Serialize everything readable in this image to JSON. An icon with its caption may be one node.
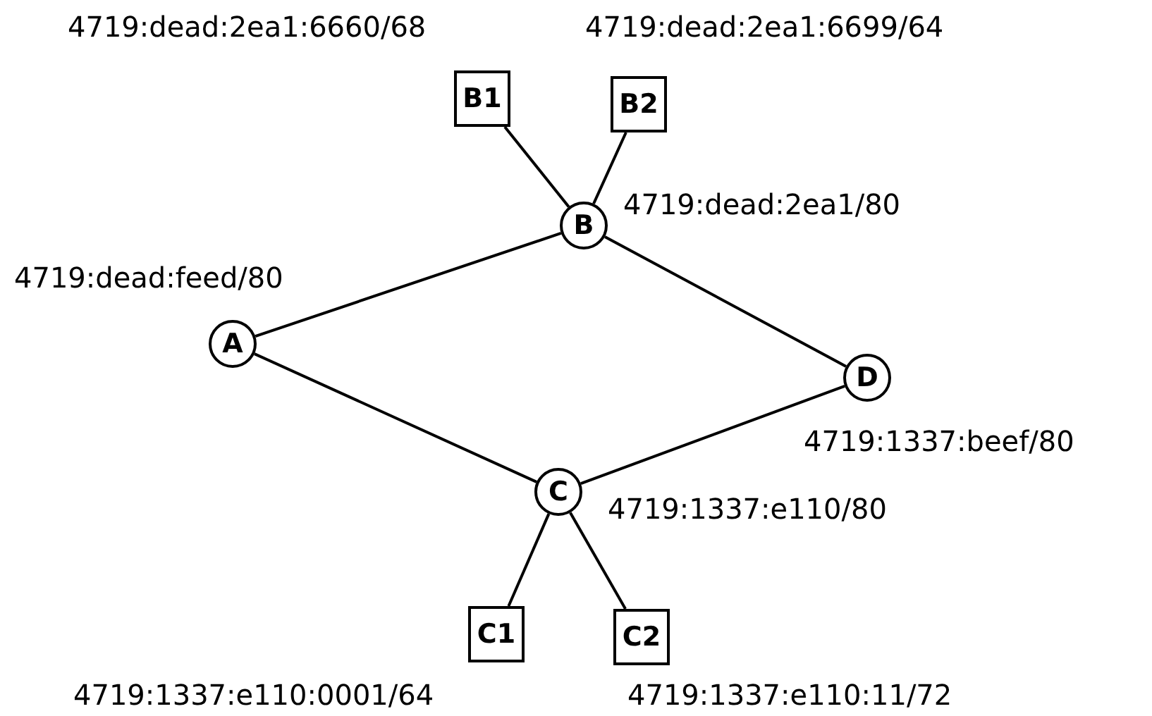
{
  "diagram": {
    "nodes": [
      {
        "text": [
          "A"
        ],
        "beside": [
          "4719:dead:feed/80"
        ]
      },
      {
        "text": [
          "B"
        ],
        "beside": [
          "4719:dead:2ea1/80"
        ]
      },
      {
        "text": [
          "B1"
        ],
        "beside": [
          "4719:dead:2ea1:6660/68"
        ]
      },
      {
        "text": [
          "B2"
        ],
        "beside": [
          "4719:dead:2ea1:6699/64"
        ]
      },
      {
        "text": [
          "D"
        ],
        "beside": [
          "4719:1337:beef/80"
        ]
      },
      {
        "text": [
          "C"
        ],
        "beside": [
          "4719:1337:e110/80"
        ]
      },
      {
        "text": [
          "C1"
        ],
        "beside": [
          "4719:1337:e110:0001/64"
        ]
      },
      {
        "text": [
          "C2"
        ],
        "beside": [
          "4719:1337:e110:11/72"
        ]
      }
    ],
    "edges": [
      {
        "from": 0,
        "to": 1,
        "arrow": "none"
      },
      {
        "from": 0,
        "to": 5,
        "arrow": "none"
      },
      {
        "from": 1,
        "to": 4,
        "arrow": "none"
      },
      {
        "from": 5,
        "to": 4,
        "arrow": "none"
      },
      {
        "from": 2,
        "to": 1,
        "arrow": "none"
      },
      {
        "from": 3,
        "to": 1,
        "arrow": "none"
      },
      {
        "from": 6,
        "to": 5,
        "arrow": "none"
      },
      {
        "from": 7,
        "to": 5,
        "arrow": "none"
      }
    ]
  }
}
